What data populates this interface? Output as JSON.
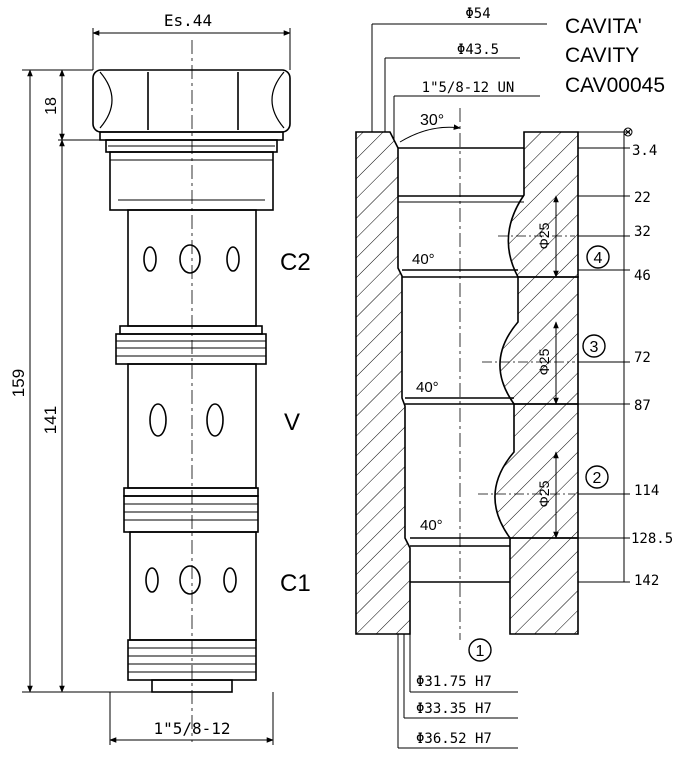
{
  "title_block": {
    "line1": "CAVITA'",
    "line2": "CAVITY",
    "code": "CAV00045"
  },
  "cartridge": {
    "hex_size": "Es.44",
    "thread": "1\"5/8-12",
    "dim_total": "159",
    "dim_body": "141",
    "dim_head": "18",
    "port_labels": [
      "C2",
      "V",
      "C1"
    ]
  },
  "cavity": {
    "dia_top_outer": "Φ54",
    "dia_top_inner": "Φ43.5",
    "thread": "1\"5/8-12 UN",
    "chamfer_top": "30°",
    "chamfers": [
      "40°",
      "40°",
      "40°"
    ],
    "depths": [
      "3.4",
      "22",
      "32",
      "46",
      "72",
      "87",
      "114",
      "128.5",
      "142"
    ],
    "port_dia": "Φ25",
    "port_numbers": [
      "4",
      "3",
      "2",
      "1"
    ],
    "bore_diameters": [
      "Φ31.75 H7",
      "Φ33.35 H7",
      "Φ36.52 H7"
    ]
  }
}
